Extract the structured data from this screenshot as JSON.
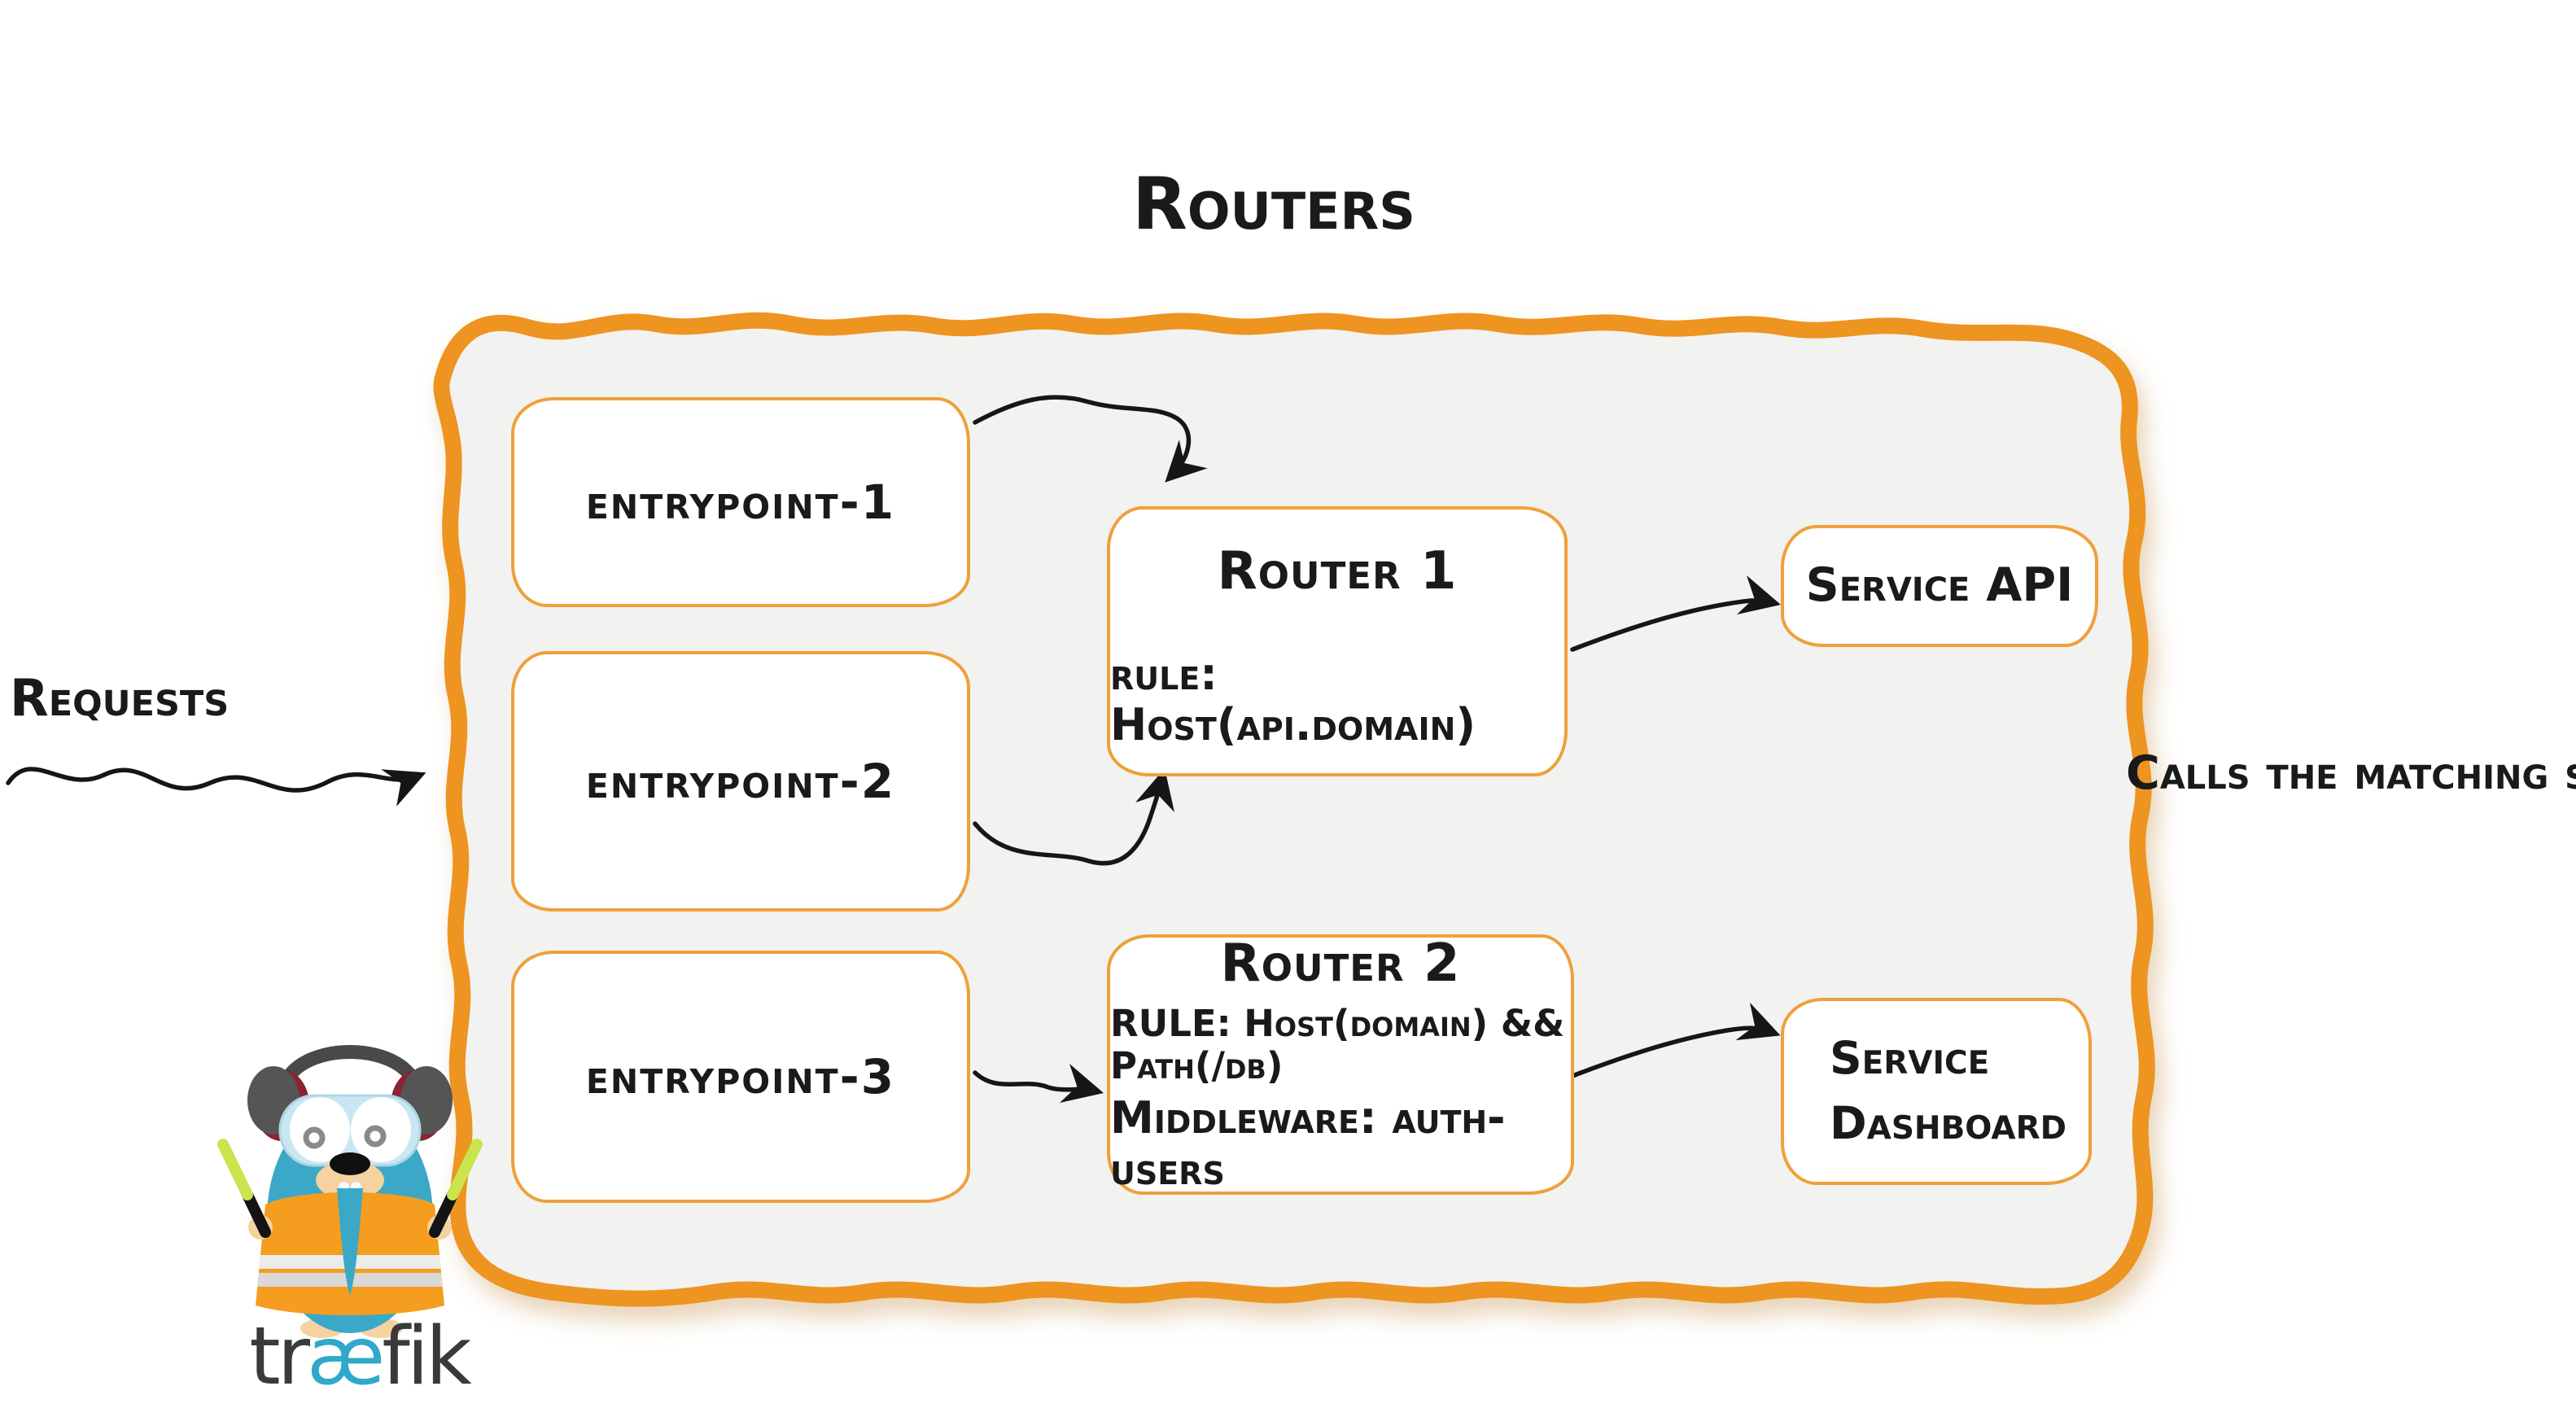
{
  "title": "Routers",
  "left_label": {
    "text": "Requests"
  },
  "right_label": {
    "text": "Calls the matching server"
  },
  "entrypoints": [
    {
      "label": "entrypoint-1"
    },
    {
      "label": "entrypoint-2"
    },
    {
      "label": "entrypoint-3"
    }
  ],
  "routers": [
    {
      "title": "Router 1",
      "rule": "rule: Host(api.domain)"
    },
    {
      "title": "Router 2",
      "rule": "RULE: Host(domain) && Path(/db)",
      "middleware": "Middleware: auth-users"
    }
  ],
  "services": [
    {
      "label": "Service API"
    },
    {
      "line1": "Service",
      "line2": "Dashboard"
    }
  ],
  "logo": {
    "wordmark_pre": "tr",
    "wordmark_mid": "æ",
    "wordmark_post": "fik"
  },
  "icons": {
    "mascot": "traefik-gopher-mascot",
    "arrows": "hand-drawn-squiggle-arrows"
  },
  "colors": {
    "container_border": "#ee9420",
    "container_fill": "#f2f2f1",
    "box_border": "#efa03a",
    "arrow_black": "#161616",
    "traefik_blue": "#3ba8c8",
    "vest_orange": "#f59d1e",
    "baton_green": "#c9e44f"
  }
}
